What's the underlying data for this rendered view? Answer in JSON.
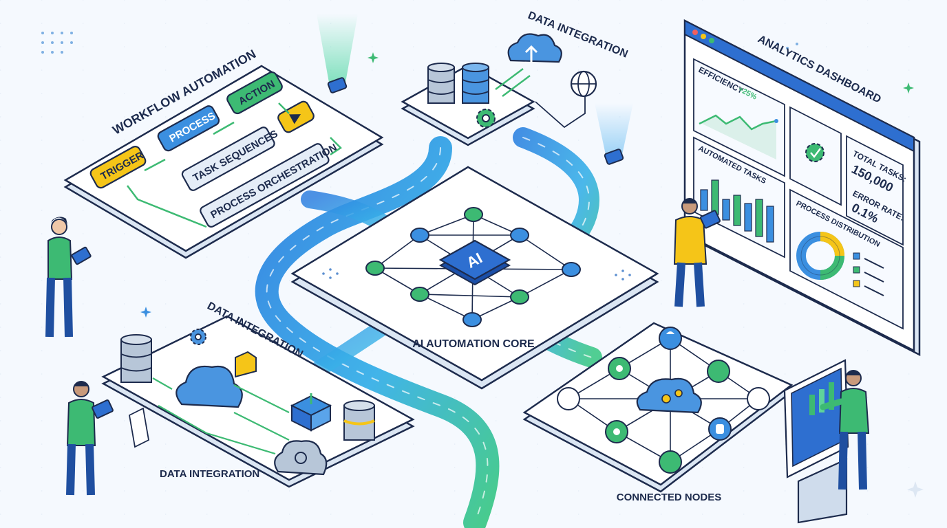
{
  "workflow": {
    "title": "WORKFLOW AUTOMATION",
    "steps": {
      "trigger": "TRIGGER",
      "process": "PROCESS",
      "action": "ACTION"
    },
    "task_sequences": "TASK SEQUENCES",
    "process_orchestration": "PROCESS ORCHESTRATION"
  },
  "top_integration": {
    "title": "DATA INTEGRATION"
  },
  "core": {
    "chip": "AI",
    "title": "AI AUTOMATION CORE"
  },
  "left_integration": {
    "title": "DATA INTEGRATION",
    "bottom_label": "DATA INTEGRATION"
  },
  "nodes": {
    "title": "CONNECTED NODES"
  },
  "dashboard": {
    "title": "ANALYTICS DASHBOARD",
    "efficiency_label": "EFFICIENCY",
    "efficiency_delta": "+25%",
    "automated_tasks_label": "AUTOMATED TASKS",
    "total_tasks_label": "TOTAL TASKS:",
    "total_tasks_value": "150,000",
    "error_rate_label": "ERROR RATE:",
    "error_rate_value": "0.1%",
    "process_distribution_label": "PROCESS DISTRIBUTION"
  },
  "colors": {
    "navy": "#1d2b4d",
    "blue": "#3b8fe0",
    "deep_blue": "#2e6fd0",
    "green": "#3dba73",
    "yellow": "#f5c518",
    "teal": "#35c4b0",
    "panel": "#ffffff"
  }
}
